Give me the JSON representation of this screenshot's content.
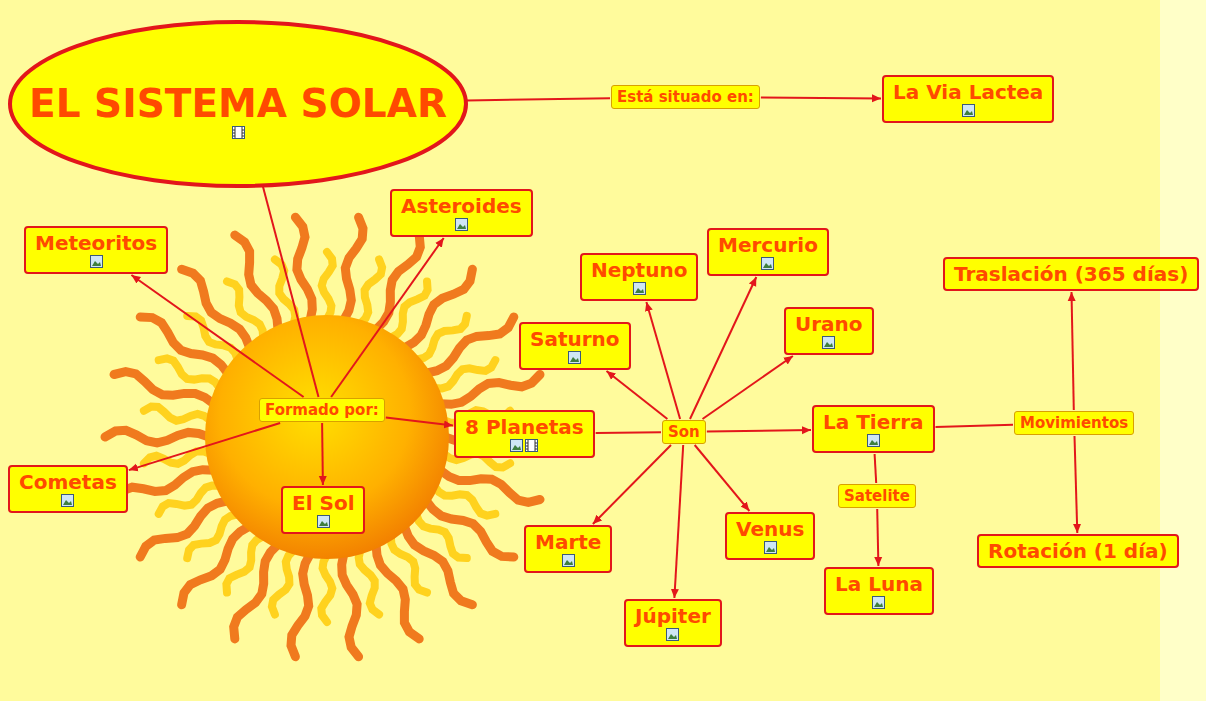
{
  "diagram": {
    "nodes": [
      {
        "text": [
          "EL SISTEMA SOLAR"
        ]
      },
      {
        "text": [
          "Está situado en:"
        ]
      },
      {
        "text": [
          "La Via Lactea"
        ]
      },
      {
        "text": [
          "Asteroides"
        ]
      },
      {
        "text": [
          "Meteoritos"
        ]
      },
      {
        "text": [
          "Neptuno"
        ]
      },
      {
        "text": [
          "Mercurio"
        ]
      },
      {
        "text": [
          "Traslación (365 días)"
        ]
      },
      {
        "text": [
          "Urano"
        ]
      },
      {
        "text": [
          "Saturno"
        ]
      },
      {
        "text": [
          "Formado por:"
        ]
      },
      {
        "text": [
          "8 Planetas"
        ]
      },
      {
        "text": [
          "Son"
        ]
      },
      {
        "text": [
          "La Tierra"
        ]
      },
      {
        "text": [
          "Movimientos"
        ]
      },
      {
        "text": [
          "Satelite"
        ]
      },
      {
        "text": [
          "Cometas"
        ]
      },
      {
        "text": [
          "El Sol"
        ]
      },
      {
        "text": [
          "Marte"
        ]
      },
      {
        "text": [
          "Venus"
        ]
      },
      {
        "text": [
          "Rotación (1 día)"
        ]
      },
      {
        "text": [
          "La Luna"
        ]
      },
      {
        "text": [
          "Júpiter"
        ]
      }
    ],
    "edges": [
      {
        "from": 0,
        "to": 1,
        "arrow": "none"
      },
      {
        "from": 1,
        "to": 2,
        "arrow": "to"
      },
      {
        "from": 0,
        "to": 10,
        "arrow": "none"
      },
      {
        "from": 10,
        "to": 4,
        "arrow": "to"
      },
      {
        "from": 10,
        "to": 3,
        "arrow": "to"
      },
      {
        "from": 10,
        "to": 16,
        "arrow": "to"
      },
      {
        "from": 10,
        "to": 17,
        "arrow": "to"
      },
      {
        "from": 10,
        "to": 11,
        "arrow": "to"
      },
      {
        "from": 11,
        "to": 12,
        "arrow": "none"
      },
      {
        "from": 12,
        "to": 5,
        "arrow": "to"
      },
      {
        "from": 12,
        "to": 6,
        "arrow": "to"
      },
      {
        "from": 12,
        "to": 8,
        "arrow": "to"
      },
      {
        "from": 12,
        "to": 9,
        "arrow": "to"
      },
      {
        "from": 12,
        "to": 13,
        "arrow": "to"
      },
      {
        "from": 12,
        "to": 18,
        "arrow": "to"
      },
      {
        "from": 12,
        "to": 19,
        "arrow": "to"
      },
      {
        "from": 12,
        "to": 22,
        "arrow": "to"
      },
      {
        "from": 13,
        "to": 14,
        "arrow": "none"
      },
      {
        "from": 14,
        "to": 7,
        "arrow": "to"
      },
      {
        "from": 14,
        "to": 20,
        "arrow": "to"
      },
      {
        "from": 13,
        "to": 15,
        "arrow": "none"
      },
      {
        "from": 15,
        "to": 21,
        "arrow": "to"
      }
    ]
  }
}
